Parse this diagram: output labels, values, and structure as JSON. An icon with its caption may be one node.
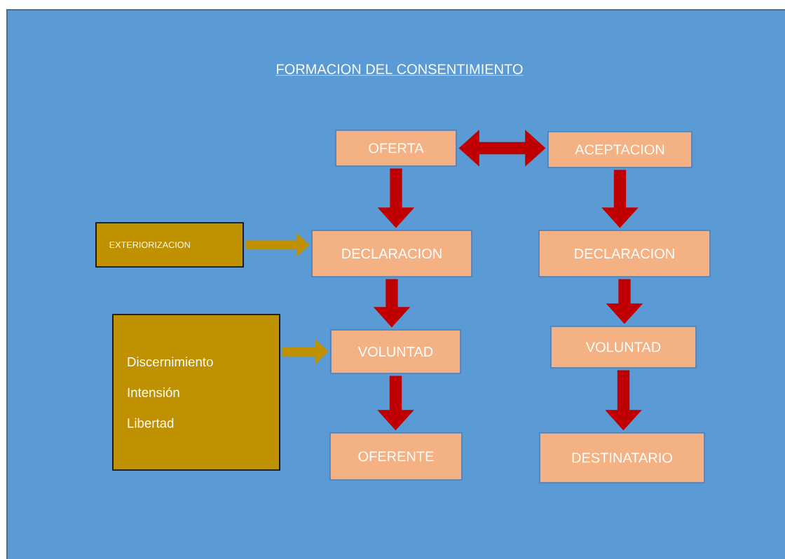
{
  "diagram": {
    "title": "FORMACION DEL CONSENTIMIENTO",
    "nodes": [
      {
        "text": [
          "OFERTA"
        ]
      },
      {
        "text": [
          "ACEPTACION"
        ]
      },
      {
        "text": [
          "EXTERIORIZACION"
        ]
      },
      {
        "text": [
          "DECLARACION"
        ]
      },
      {
        "text": [
          "DECLARACION"
        ]
      },
      {
        "text": [
          "Discernimiento",
          "Intensión",
          "Libertad"
        ]
      },
      {
        "text": [
          "VOLUNTAD"
        ]
      },
      {
        "text": [
          "VOLUNTAD"
        ]
      },
      {
        "text": [
          "OFERENTE"
        ]
      },
      {
        "text": [
          "DESTINATARIO"
        ]
      }
    ],
    "edges": [
      {
        "from": 0,
        "to": 1,
        "arrow": "both"
      },
      {
        "from": 0,
        "to": 3,
        "arrow": "to"
      },
      {
        "from": 3,
        "to": 6,
        "arrow": "to"
      },
      {
        "from": 6,
        "to": 8,
        "arrow": "to"
      },
      {
        "from": 1,
        "to": 4,
        "arrow": "to"
      },
      {
        "from": 4,
        "to": 7,
        "arrow": "to"
      },
      {
        "from": 7,
        "to": 9,
        "arrow": "to"
      },
      {
        "from": 2,
        "to": 3,
        "arrow": "to",
        "color": "#bf9000"
      },
      {
        "from": 5,
        "to": 6,
        "arrow": "to",
        "color": "#bf9000"
      }
    ]
  }
}
